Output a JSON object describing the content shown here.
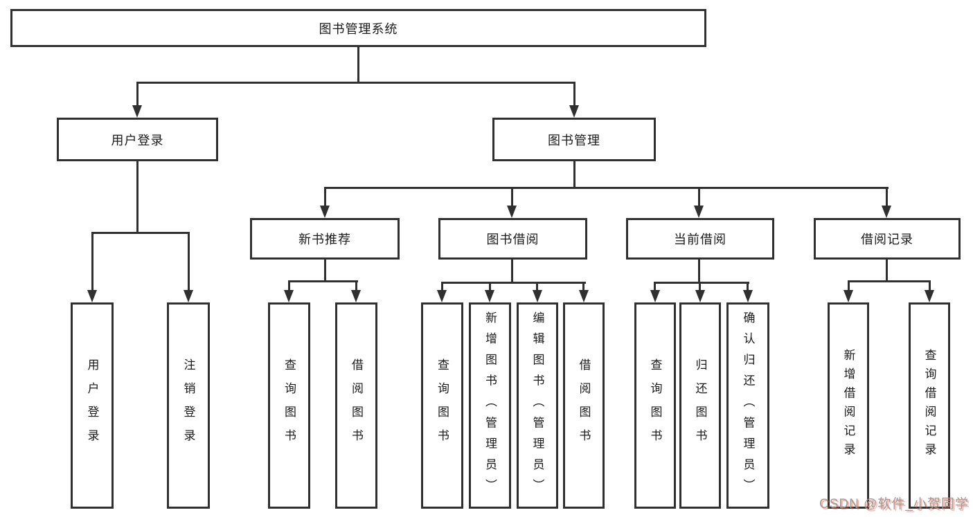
{
  "diagram": {
    "title": "图书管理系统",
    "level2": {
      "user_login": "用户登录",
      "book_mgmt": "图书管理"
    },
    "level3": {
      "new_book_rec": "新书推荐",
      "book_borrow": "图书借阅",
      "current_borrow": "当前借阅",
      "borrow_record": "借阅记录"
    },
    "leaves": {
      "user_login": "用户登录",
      "logout": "注销登录",
      "rec_query_book": "查询图书",
      "rec_borrow_book": "借阅图书",
      "bb_query_book": "查询图书",
      "bb_add_book_admin": "新增图书（管理员）",
      "bb_edit_book_admin": "编辑图书（管理员）",
      "bb_borrow_book": "借阅图书",
      "cb_query_book": "查询图书",
      "cb_return_book": "归还图书",
      "cb_confirm_return_admin": "确认归还（管理员）",
      "br_add_record": "新增借阅记录",
      "br_query_record": "查询借阅记录"
    }
  },
  "watermark": "CSDN @软件_小贺同学",
  "colors": {
    "line": "#303030",
    "text": "#1a1a1a",
    "watermark_text": "#9b9b9b",
    "watermark_shadow": "#fc5531"
  }
}
